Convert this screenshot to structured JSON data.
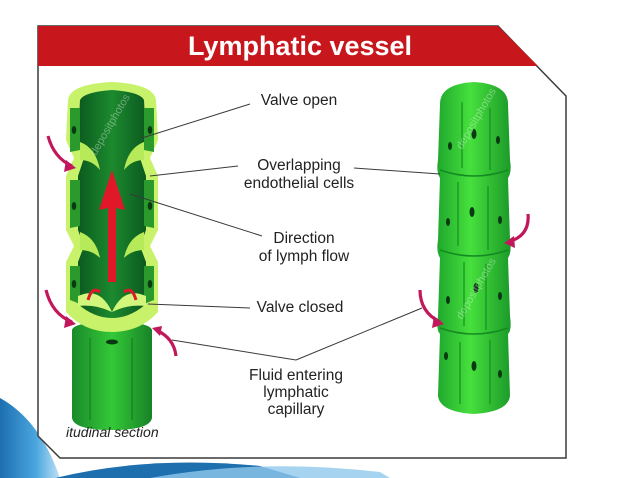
{
  "title": "Lymphatic vessel",
  "labels": {
    "valve_open": "Valve open",
    "overlapping_1": "Overlapping",
    "overlapping_2": "endothelial cells",
    "direction_1": "Direction",
    "direction_2": "of lymph flow",
    "valve_closed": "Valve closed",
    "fluid_1": "Fluid entering",
    "fluid_2": "lymphatic",
    "fluid_3": "capillary"
  },
  "caption": "itudinal section",
  "watermark": "depositphotos",
  "colors": {
    "title_bar": "#c8161d",
    "vessel_dark": "#0e6b26",
    "vessel_mid": "#1f9a30",
    "vessel_light": "#3fd63a",
    "vessel_rim": "#c8f26a",
    "arrow_red": "#e0182a",
    "fluid_arrow": "#c2185b",
    "blue_accent": "#2b8bd0"
  }
}
